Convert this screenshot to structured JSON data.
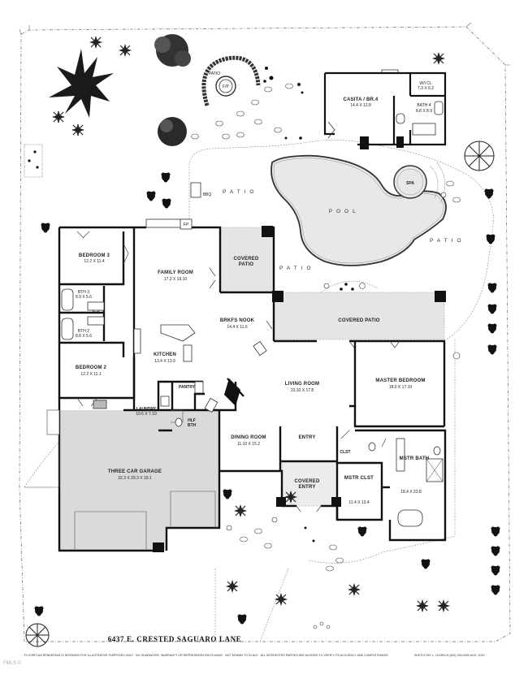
{
  "title": "6437 E. CRESTED SAGUARO LANE",
  "disclaimer": "FLOORPLAN RENDERING IS INTENDED FOR ILLUSTRATIVE PURPOSES ONLY · NO GUARANTEE, WARRANTY OR REPRESENTATION IS MADE · NOT DRAWN TO SCALE · ALL INTERESTED PARTIES ARE ADVISED TO VERIFY ITS ACCURACY AND COMPLETENESS",
  "credit": "SKETCH BY: L. OLDRICH (602) 000-0000 AUG. 2019",
  "watermark": "FMLS ©",
  "rooms": {
    "casita": {
      "name": "CASITA / BR.4",
      "dims": "14.4 X 12.8"
    },
    "wicl": {
      "name": "W/I CL",
      "dims": "7.3 X 6.2"
    },
    "bath4": {
      "name": "BATH 4",
      "dims": "8.8 X 8.9"
    },
    "bedroom3": {
      "name": "BEDROOM 3",
      "dims": "12.2 X 11.4"
    },
    "bath3": {
      "name": "BTH 3",
      "dims": "8.9 X 5.6"
    },
    "bath2": {
      "name": "BTH 2",
      "dims": "8.8 X 5.6"
    },
    "bedroom2": {
      "name": "BEDROOM 2",
      "dims": "12.2 X 11.1"
    },
    "family": {
      "name": "FAMILY ROOM",
      "dims": "17.2 X 19.10"
    },
    "coveredPatio1": {
      "name": "COVERED",
      "name2": "PATIO"
    },
    "kitchen": {
      "name": "KITCHEN",
      "dims": "13.4 X 13.9"
    },
    "nook": {
      "name": "BRKFS NOOK",
      "dims": "14.4 X 11.6"
    },
    "coveredPatio2": {
      "name": "COVERED PATIO"
    },
    "living": {
      "name": "LIVING ROOM",
      "dims": "23.10 X 17.8"
    },
    "master": {
      "name": "MASTER BEDROOM",
      "dims": "18.0 X 17.10"
    },
    "laundry": {
      "name": "LAUNDRY",
      "dims": "10.6 X 7.10"
    },
    "pantry": {
      "name": "PANTRY"
    },
    "hlf": {
      "name": "HLF",
      "name2": "BTH"
    },
    "dining": {
      "name": "DINING ROOM",
      "dims": "11.10 X 15.2"
    },
    "entry": {
      "name": "ENTRY"
    },
    "coveredEntry": {
      "name": "COVERED",
      "name2": "ENTRY"
    },
    "clst": {
      "name": "CLST"
    },
    "mstrBath": {
      "name": "MSTR BATH",
      "dims": "18.4 X 23.8"
    },
    "mstrClst": {
      "name": "MSTR CLST",
      "dims": "11.4 X 13.4"
    },
    "garage": {
      "name": "THREE CAR GARAGE",
      "dims": "32.3 X 29.3 X 19.1"
    }
  },
  "outdoor": {
    "pool": "P O O L",
    "spa": "SPA",
    "patioTop": "PATIO",
    "patioLeft": "P A T I O",
    "patioMid": "P A T I O",
    "patioRight": "P A T I O",
    "firepit": "F/P",
    "fireplace": "FP",
    "bbq": "BBQ"
  }
}
